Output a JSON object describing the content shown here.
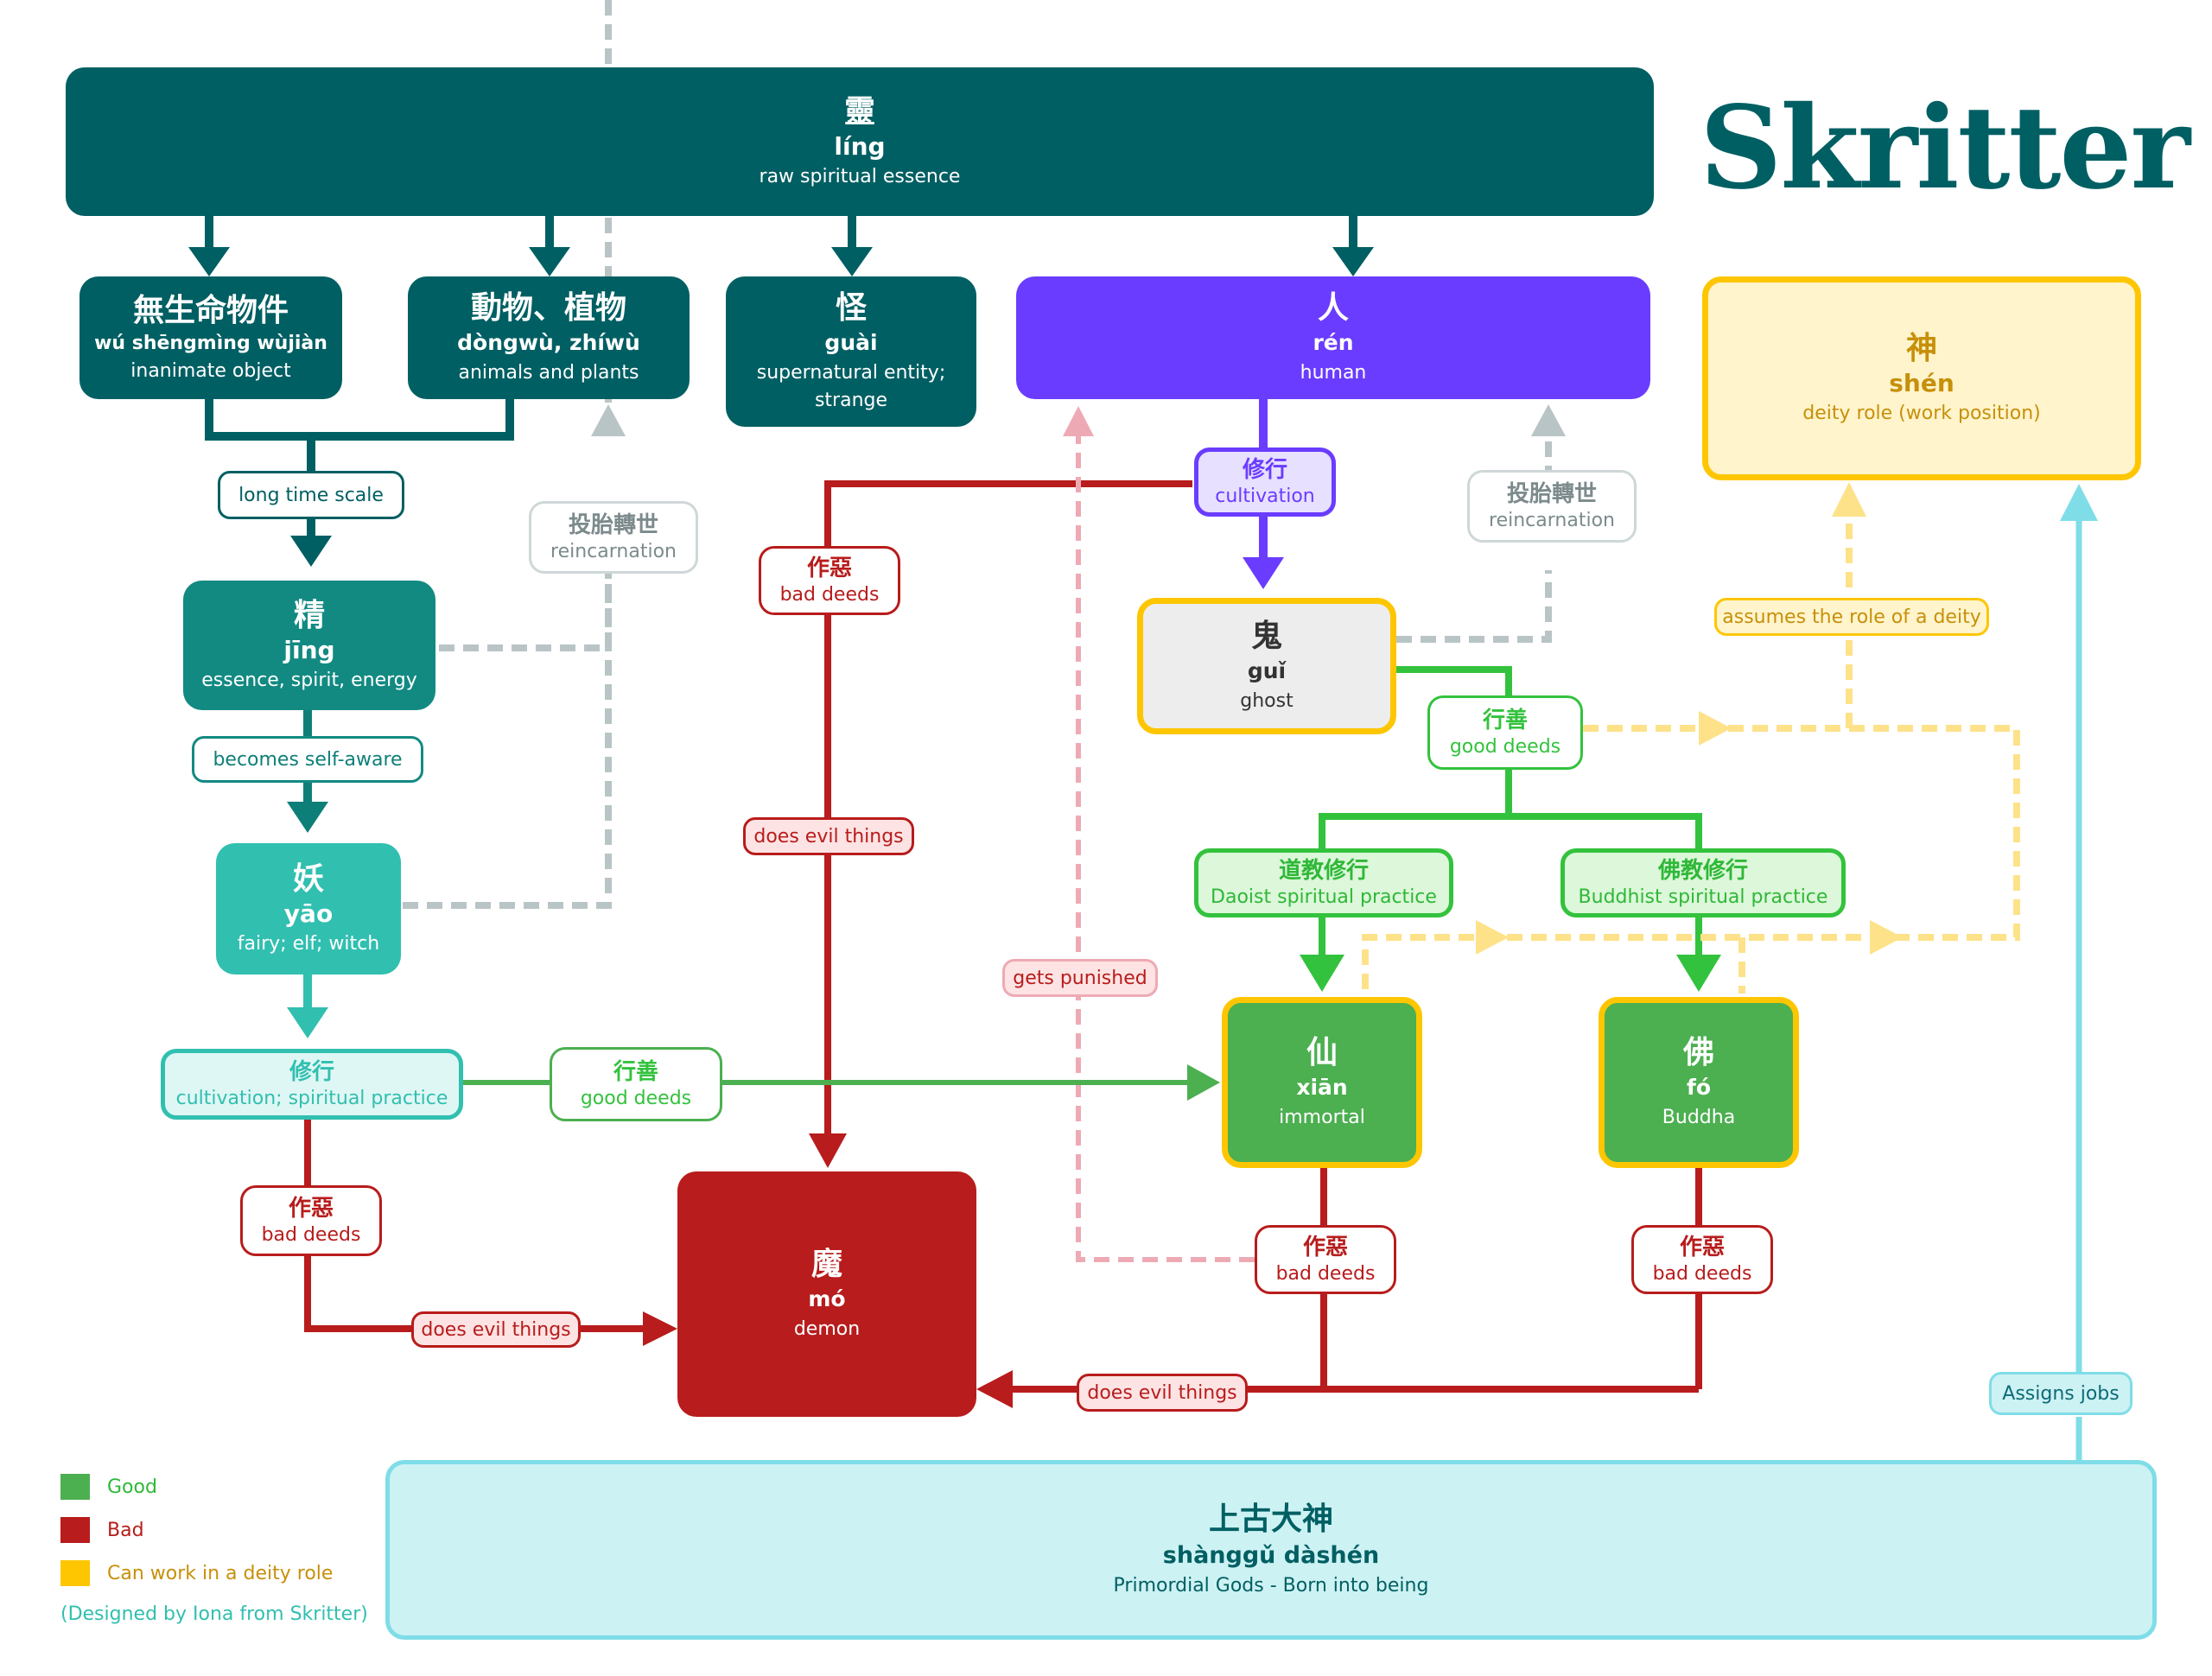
{
  "logo": "Skritter",
  "nodes": {
    "ling": {
      "zh": "靈",
      "py": "líng",
      "en": "raw spiritual essence"
    },
    "wusheng": {
      "zh": "無生命物件",
      "py": "wú shēngmìng wùjiàn",
      "en": "inanimate object"
    },
    "dongwu": {
      "zh": "動物、植物",
      "py": "dòngwù, zhíwù",
      "en": "animals and plants"
    },
    "guai": {
      "zh": "怪",
      "py": "guài",
      "en1": "supernatural entity;",
      "en2": "strange"
    },
    "ren": {
      "zh": "人",
      "py": "rén",
      "en": "human"
    },
    "shen": {
      "zh": "神",
      "py": "shén",
      "en": "deity role (work position)"
    },
    "jing": {
      "zh": "精",
      "py": "jīng",
      "en": "essence, spirit, energy"
    },
    "yao": {
      "zh": "妖",
      "py": "yāo",
      "en": "fairy; elf; witch"
    },
    "gui": {
      "zh": "鬼",
      "py": "guǐ",
      "en": "ghost"
    },
    "xian": {
      "zh": "仙",
      "py": "xiān",
      "en": "immortal"
    },
    "fo": {
      "zh": "佛",
      "py": "fó",
      "en": "Buddha"
    },
    "mo": {
      "zh": "魔",
      "py": "mó",
      "en": "demon"
    },
    "shanggu": {
      "zh": "上古大神",
      "py": "shànggǔ dàshén",
      "en": "Primordial Gods - Born into being"
    }
  },
  "tags": {
    "xiuxing_ren": {
      "zh": "修行",
      "en": "cultivation"
    },
    "zuoe_1": {
      "zh": "作惡",
      "en": "bad deeds"
    },
    "toutai_1": {
      "zh": "投胎轉世",
      "en": "reincarnation"
    },
    "toutai_2": {
      "zh": "投胎轉世",
      "en": "reincarnation"
    },
    "xingshan_gui": {
      "zh": "行善",
      "en": "good deeds"
    },
    "daojiao": {
      "zh": "道教修行",
      "en": "Daoist spiritual practice"
    },
    "fojiao": {
      "zh": "佛教修行",
      "en": "Buddhist spiritual practice"
    },
    "xiuxing_yao": {
      "zh": "修行",
      "en": "cultivation; spiritual practice"
    },
    "xingshan_yao": {
      "zh": "行善",
      "en": "good deeds"
    },
    "zuoe_yao": {
      "zh": "作惡",
      "en": "bad deeds"
    },
    "zuoe_xian": {
      "zh": "作惡",
      "en": "bad deeds"
    },
    "zuoe_fo": {
      "zh": "作惡",
      "en": "bad deeds"
    }
  },
  "pills": {
    "long_time": "long time scale",
    "self_aware": "becomes self-aware",
    "evil_1": "does evil things",
    "evil_2": "does evil things",
    "evil_3": "does evil things",
    "punished": "gets punished",
    "assumes": "assumes the role of a deity",
    "assigns": "Assigns jobs"
  },
  "legend": {
    "good": "Good",
    "bad": "Bad",
    "deity": "Can work in a deity role",
    "credit": "(Designed by Iona from Skritter)"
  },
  "colors": {
    "teal_dark": "#005f63",
    "teal_mid": "#128a82",
    "teal_light": "#31bfb0",
    "purple": "#6a3cff",
    "red": "#b81c1c",
    "green": "#4caf50",
    "gold": "#fdc600",
    "cyan": "#7fdde8",
    "grey": "#b9c4c6",
    "pink": "#eeaab4"
  }
}
